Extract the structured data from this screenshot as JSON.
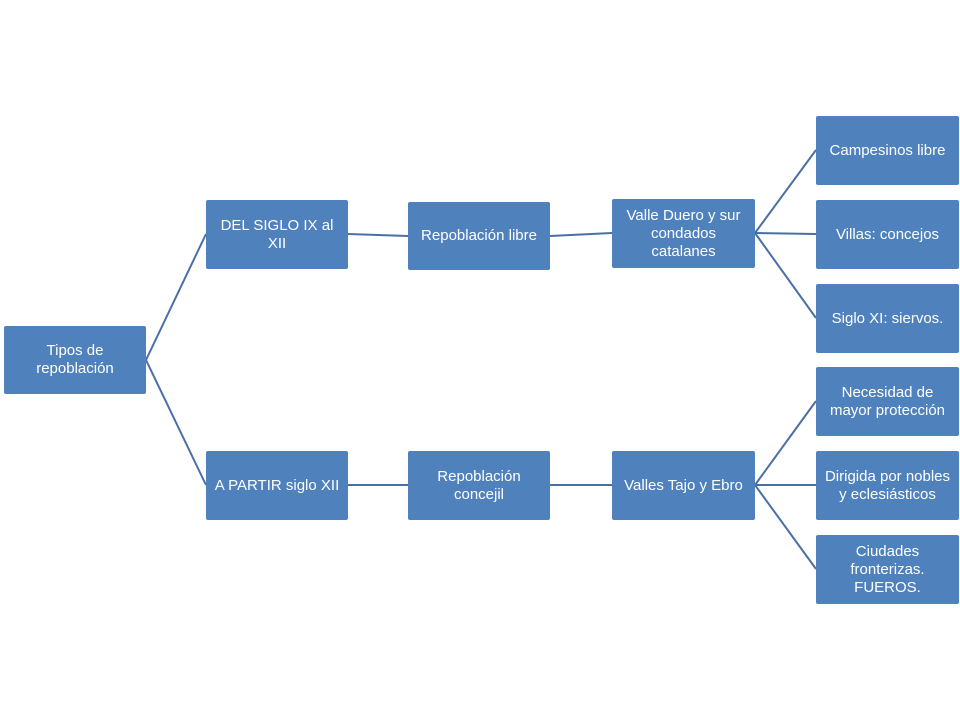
{
  "diagram": {
    "root": "Tipos de repoblación",
    "branches": [
      {
        "period": "DEL SIGLO IX  al XII",
        "type": "Repoblación libre",
        "region": "Valle Duero y sur condados catalanes",
        "details": [
          "Campesinos libre",
          "Villas: concejos",
          "Siglo XI: siervos."
        ]
      },
      {
        "period": "A PARTIR siglo XII",
        "type": "Repoblación concejil",
        "region": "Valles Tajo y Ebro",
        "details": [
          "Necesidad de mayor protección",
          "Dirigida por nobles y eclesiásticos",
          "Ciudades fronterizas. FUEROS."
        ]
      }
    ],
    "colors": {
      "node_fill": "#4f81bd",
      "connector": "#4a6fa5",
      "text": "#ffffff"
    }
  }
}
